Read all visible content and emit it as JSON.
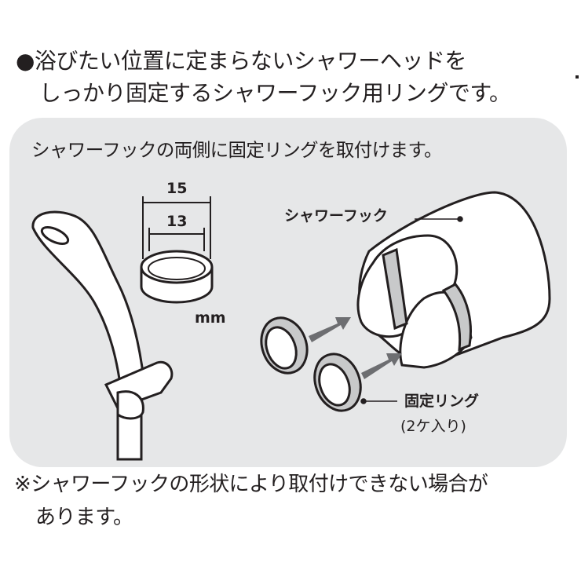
{
  "headline": {
    "line1": "●浴びたい位置に定まらないシャワーヘッドを",
    "line2": "しっかり固定するシャワーフック用リングです。"
  },
  "panel": {
    "caption": "シャワーフックの両側に固定リングを取付けます。",
    "dimensions": {
      "outer": "15",
      "inner": "13",
      "unit": "mm"
    },
    "hook_label": "シャワーフック",
    "ring_label": "固定リング",
    "ring_quantity": "(2ケ入り)"
  },
  "footnote": {
    "line1": "※シャワーフックの形状により取付けできない場合が",
    "line2": "あります。"
  },
  "colors": {
    "panel": "#e6e7e8",
    "ink": "#231f20",
    "ring_gray": "#c8c9ca",
    "arrow": "#6d6e71"
  }
}
